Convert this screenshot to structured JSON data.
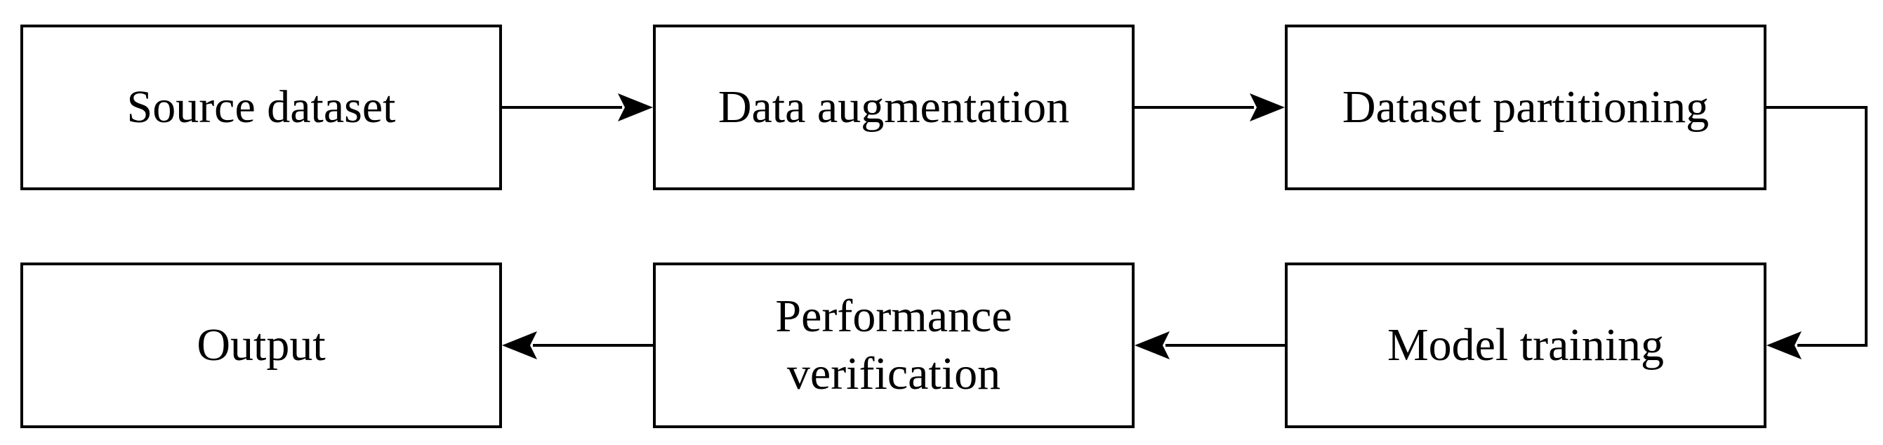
{
  "diagram": {
    "nodes": {
      "source_dataset": {
        "label": "Source dataset"
      },
      "data_augmentation": {
        "label": "Data augmentation"
      },
      "dataset_partitioning": {
        "label": "Dataset partitioning"
      },
      "model_training": {
        "label": "Model training"
      },
      "performance_verification": {
        "line1": "Performance",
        "line2": "verification"
      },
      "output": {
        "label": "Output"
      }
    },
    "edges": [
      {
        "from": "Source dataset",
        "to": "Data augmentation"
      },
      {
        "from": "Data augmentation",
        "to": "Dataset partitioning"
      },
      {
        "from": "Dataset partitioning",
        "to": "Model training"
      },
      {
        "from": "Model training",
        "to": "Performance verification"
      },
      {
        "from": "Performance verification",
        "to": "Output"
      }
    ],
    "colors": {
      "stroke": "#000000",
      "background": "#ffffff"
    }
  }
}
